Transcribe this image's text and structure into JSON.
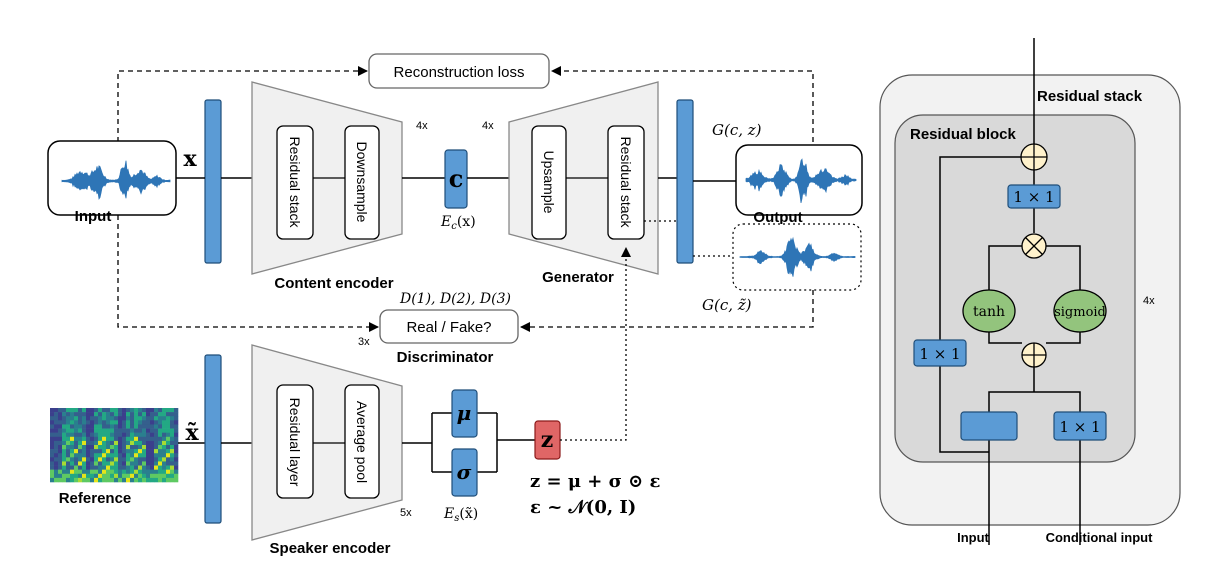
{
  "colors": {
    "block_blue": "#5b9bd5",
    "block_stroke": "#1f4e79",
    "z_red": "#e06666",
    "trapezoid_fill": "#f0f0f0",
    "trapezoid_stroke": "#888888",
    "wave_blue": "#2e75b6",
    "tanh_green": "#93c47d",
    "op_fill": "#fff2cc",
    "outer_panel": "#f2f2f2",
    "inner_panel": "#d9d9d9"
  },
  "labels": {
    "reconstruction_loss": "Reconstruction loss",
    "input": "Input",
    "x": "x",
    "content_residual_stack": "Residual stack",
    "downsample": "Downsample",
    "four_x_enc": "4x",
    "c": "c",
    "ec_x": "E",
    "ec_sub": "c",
    "ec_arg": "(x)",
    "four_x_gen": "4x",
    "upsample": "Upsample",
    "gen_residual_stack": "Residual stack",
    "g_cz": "G(c, z)",
    "output": "Output",
    "content_encoder": "Content encoder",
    "generator": "Generator",
    "g_cz_tilde": "G(c, z̃)",
    "d_labels": "D(1), D(2), D(3)",
    "real_fake": "Real / Fake?",
    "three_x": "3x",
    "discriminator": "Discriminator",
    "reference": "Reference",
    "x_tilde": "x̃",
    "residual_layer": "Residual layer",
    "average_pool": "Average pool",
    "mu": "μ",
    "sigma": "σ",
    "z": "z",
    "five_x": "5x",
    "es_x": "E",
    "es_sub": "s",
    "es_arg": "(x̃)",
    "z_eq": "z = μ + σ ⊙ ε",
    "eps_eq": "ε ~ 𝒩(0, I)",
    "speaker_encoder": "Speaker encoder"
  },
  "residual_panel": {
    "residual_stack": "Residual stack",
    "residual_block": "Residual block",
    "conv_top": "1 × 1",
    "conv_left": "1 × 1",
    "conv_cond": "1 × 1",
    "tanh": "tanh",
    "sigmoid": "sigmoid",
    "four_x": "4x",
    "input": "Input",
    "conditional_input": "Conditional input"
  }
}
